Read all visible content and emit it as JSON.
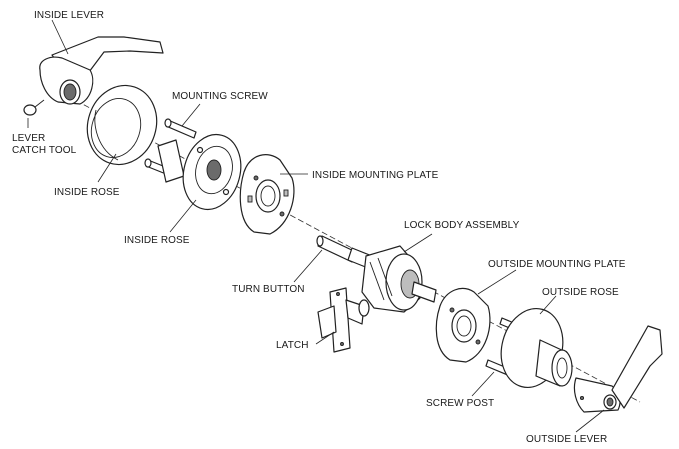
{
  "labels": {
    "inside_lever": "INSIDE LEVER",
    "lever_catch_tool_1": "LEVER",
    "lever_catch_tool_2": "CATCH TOOL",
    "mounting_screw": "MOUNTING SCREW",
    "inside_rose_1": "INSIDE ROSE",
    "inside_rose_2": "INSIDE ROSE",
    "inside_mounting_plate": "INSIDE MOUNTING PLATE",
    "lock_body_assembly": "LOCK BODY ASSEMBLY",
    "turn_button": "TURN BUTTON",
    "outside_mounting_plate": "OUTSIDE MOUNTING PLATE",
    "outside_rose": "OUTSIDE ROSE",
    "latch": "LATCH",
    "screw_post": "SCREW POST",
    "outside_lever": "OUTSIDE LEVER"
  }
}
